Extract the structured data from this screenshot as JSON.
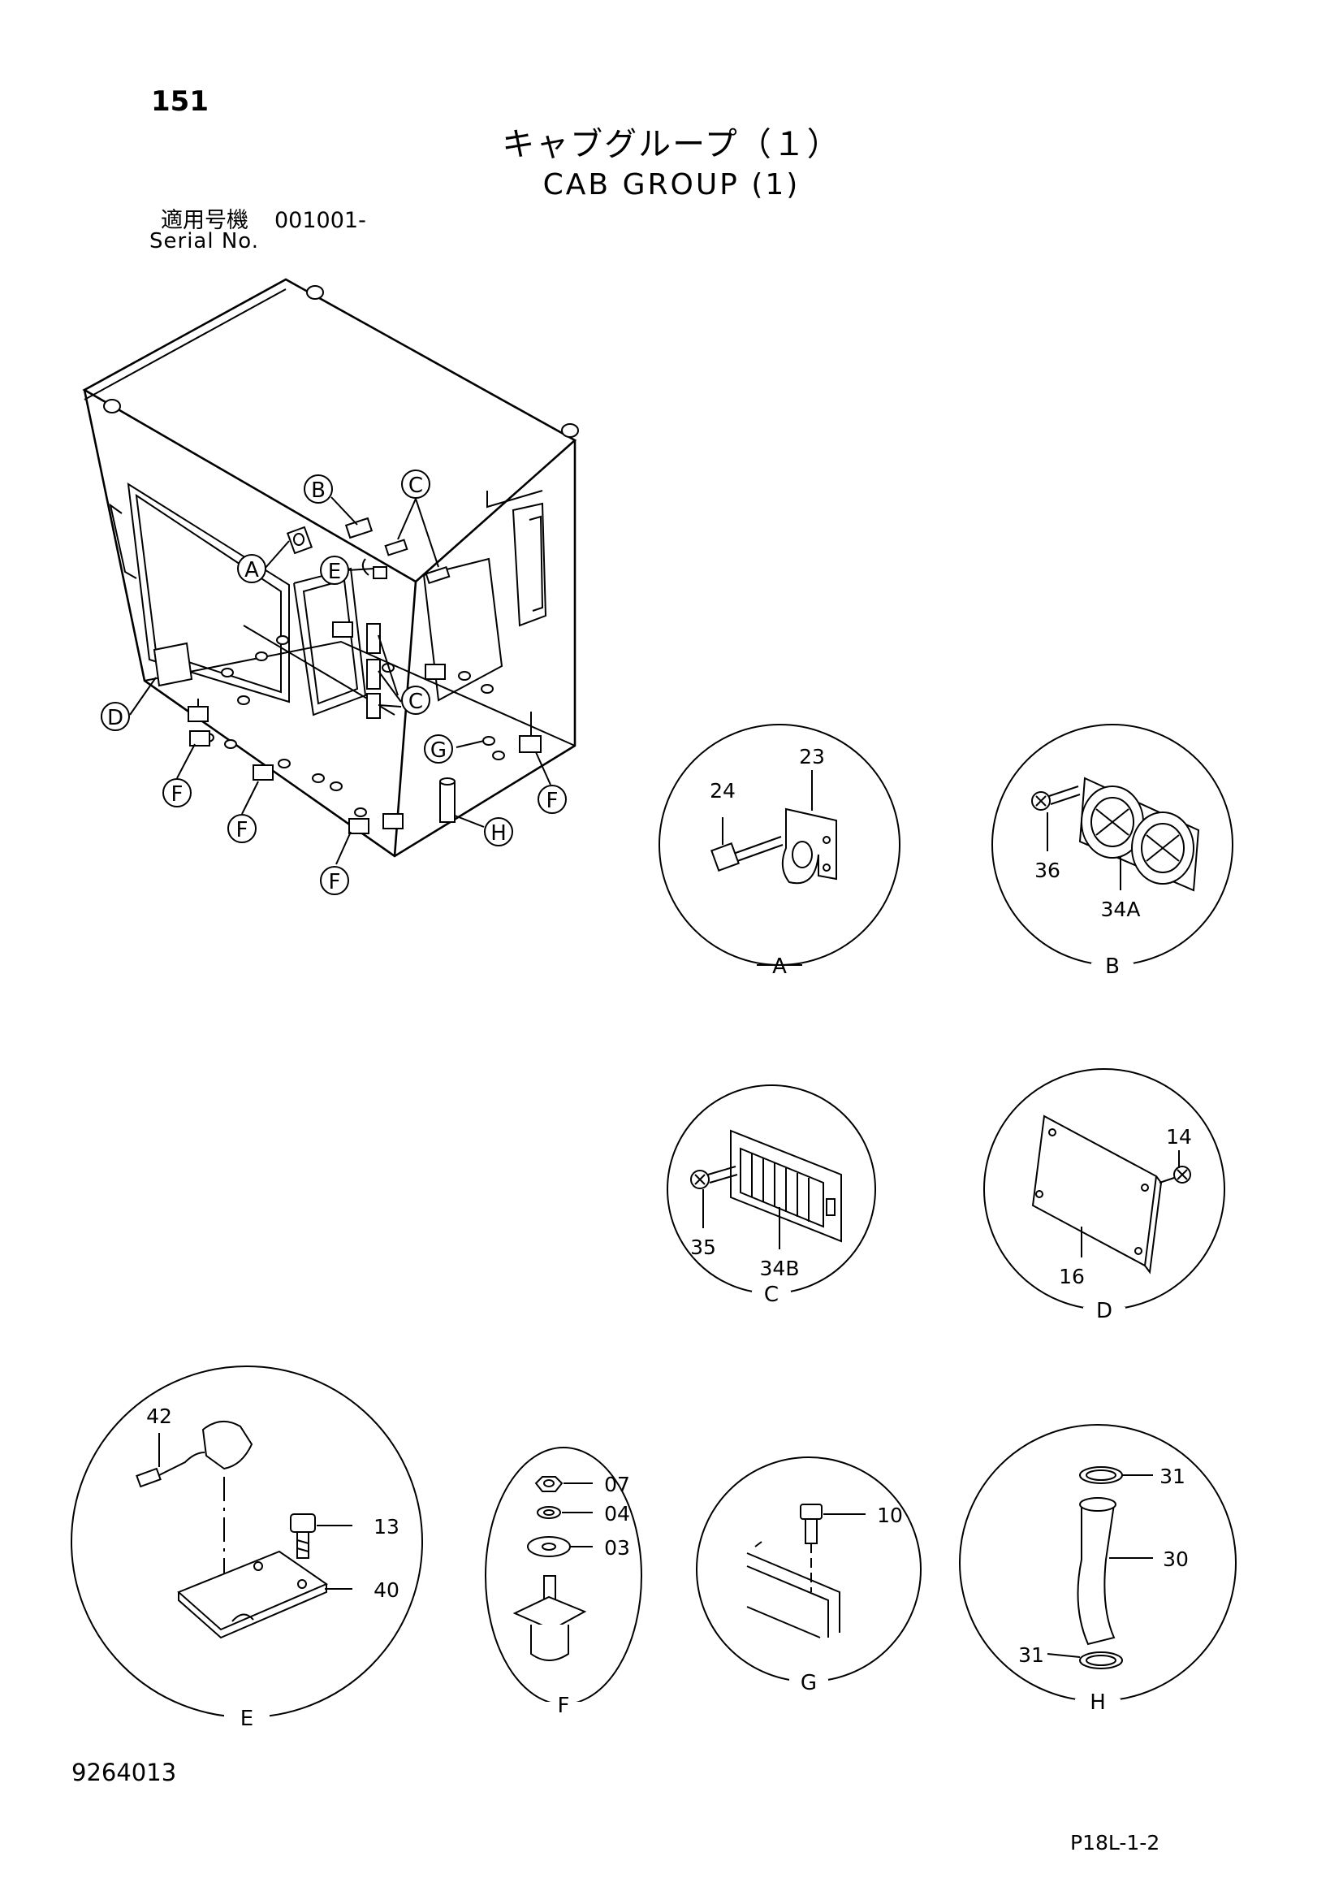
{
  "page_number": "151",
  "title_jp": "キャブグループ（１）",
  "title_en": "CAB GROUP (1)",
  "serial": {
    "label_jp": "適用号機",
    "value": "001001-",
    "label_en": "Serial No."
  },
  "overview_callouts": {
    "a": "A",
    "b": "B",
    "c1": "C",
    "c2": "C",
    "d": "D",
    "e": "E",
    "f1": "F",
    "f2": "F",
    "f3": "F",
    "f4": "F",
    "g": "G",
    "h": "H"
  },
  "details": {
    "A": {
      "label": "A",
      "parts": [
        "24",
        "23"
      ]
    },
    "B": {
      "label": "B",
      "parts": [
        "36",
        "34A"
      ]
    },
    "C": {
      "label": "C",
      "parts": [
        "35",
        "34B"
      ]
    },
    "D": {
      "label": "D",
      "parts": [
        "14",
        "16"
      ]
    },
    "E": {
      "label": "E",
      "parts": [
        "42",
        "13",
        "40"
      ]
    },
    "F": {
      "label": "F",
      "parts": [
        "07",
        "04",
        "03"
      ]
    },
    "G": {
      "label": "G",
      "parts": [
        "10"
      ]
    },
    "H": {
      "label": "H",
      "parts": [
        "31",
        "30",
        "31"
      ]
    }
  },
  "drawing_number": "9264013",
  "page_code": "P18L-1-2"
}
